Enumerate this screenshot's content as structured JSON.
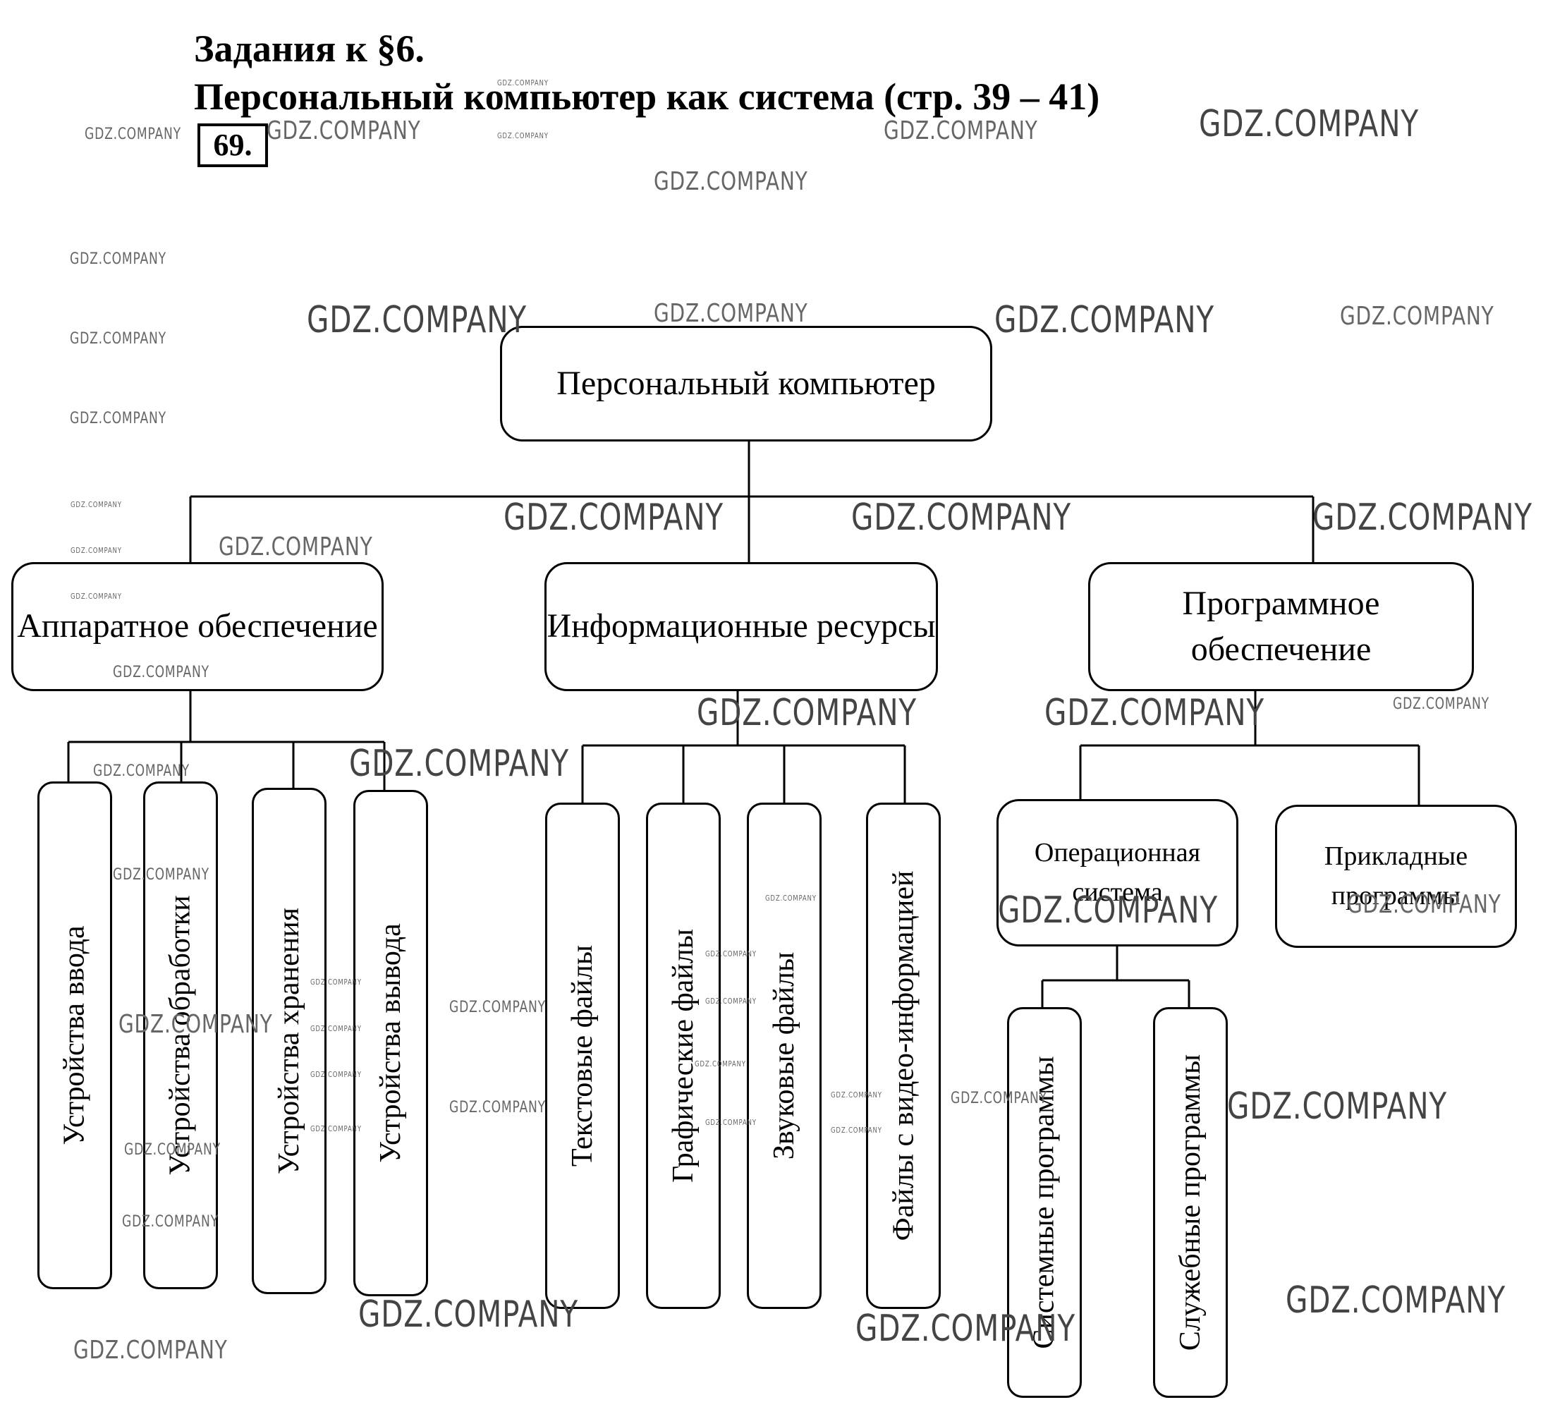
{
  "header": {
    "line1": "Задания к §6.",
    "line2": "Персональный компьютер как система (стр. 39 – 41)",
    "task_number": "69."
  },
  "diagram": {
    "root": "Персональный компьютер",
    "hardware": {
      "title": "Аппаратное обеспечение",
      "items": [
        "Устройства ввода",
        "Устройства обработки",
        "Устройства хранения",
        "Устройства вывода"
      ]
    },
    "info": {
      "title": "Информационные ресурсы",
      "items": [
        "Текстовые файлы",
        "Графические файлы",
        "Звуковые файлы",
        "Файлы с видео-информацией"
      ]
    },
    "software": {
      "title": "Программное обеспечение",
      "os": {
        "title": "Операционная система",
        "items": [
          "Системные программы",
          "Служебные программы"
        ]
      },
      "apps": "Прикладные программы"
    }
  },
  "watermark": "GDZ.COMPANY",
  "colors": {
    "ink": "#000000",
    "background": "#ffffff",
    "watermark": "#555555"
  }
}
